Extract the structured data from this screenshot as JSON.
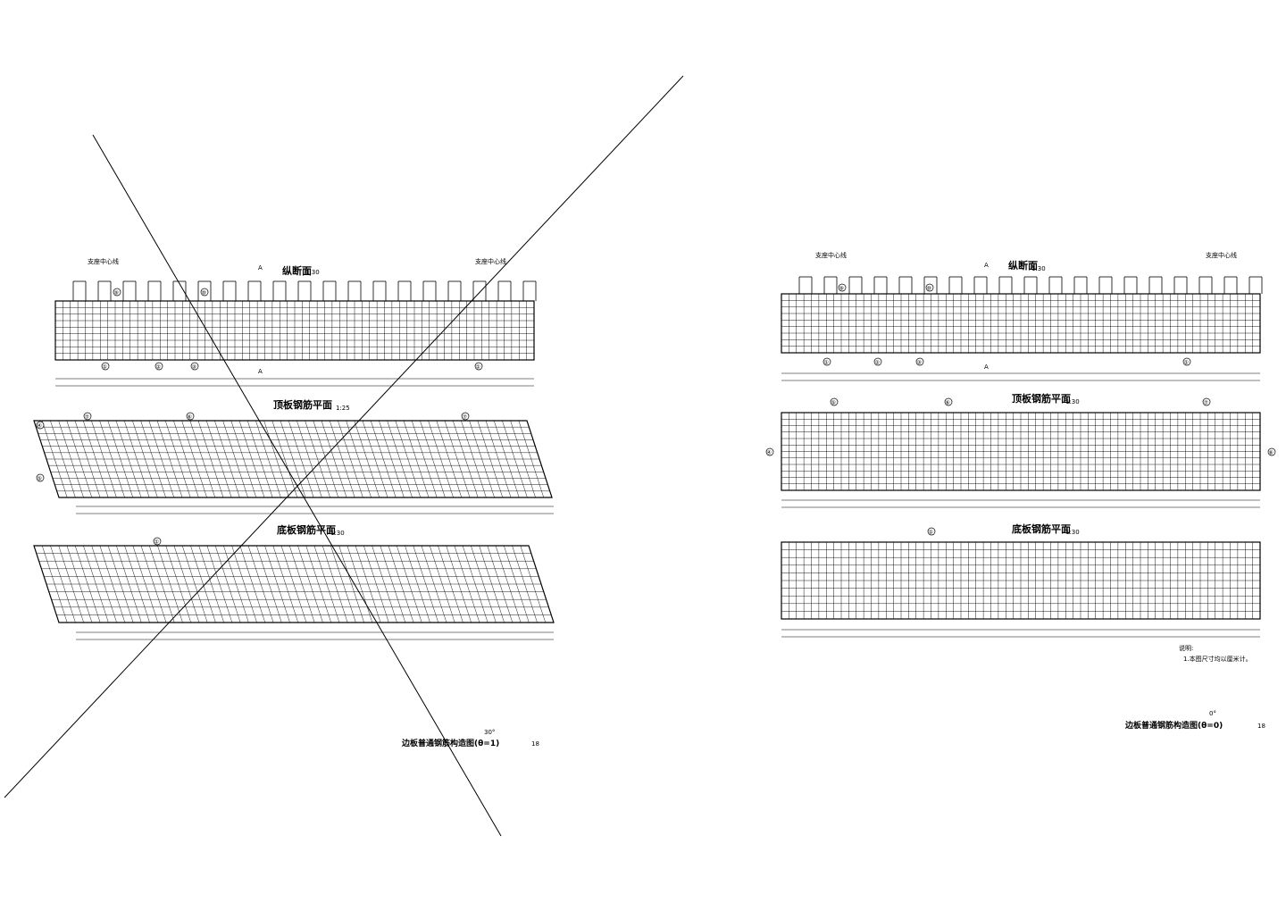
{
  "left_sheet": {
    "section_title": "纵断面",
    "section_scale": "1:30",
    "top_plan_title": "顶板钢筋平面",
    "top_plan_scale": "1:25",
    "bottom_plan_title": "底板钢筋平面",
    "bottom_plan_scale": "1:30",
    "support_label_left": "支座中心线",
    "support_label_right": "支座中心线",
    "section_mark_top": "A",
    "section_mark_bottom": "A",
    "angle": "30°",
    "drawing_title": "边板普通钢筋构造图(θ=1)",
    "sheet_number": "18",
    "callouts": [
      "①",
      "②",
      "③",
      "④",
      "⑤",
      "⑥",
      "⑦",
      "⑧",
      "⑨",
      "⑩",
      "⑪",
      "⑫"
    ]
  },
  "right_sheet": {
    "section_title": "纵断面",
    "section_scale": "1:30",
    "top_plan_title": "顶板钢筋平面",
    "top_plan_scale": "1:30",
    "bottom_plan_title": "底板钢筋平面",
    "bottom_plan_scale": "1:30",
    "support_label_left": "支座中心线",
    "support_label_right": "支座中心线",
    "section_mark_top": "A",
    "section_mark_bottom": "A",
    "angle": "0°",
    "drawing_title": "边板普通钢筋构造图(θ=0)",
    "sheet_number": "18",
    "notes_heading": "说明:",
    "note_1": "1.本图尺寸均以厘米计。",
    "callouts": [
      "①",
      "②",
      "③",
      "④",
      "⑤",
      "⑥",
      "⑦",
      "⑧",
      "⑨",
      "⑩",
      "⑪",
      "⑫"
    ]
  },
  "colors": {
    "line": "#000000",
    "background": "#ffffff"
  }
}
